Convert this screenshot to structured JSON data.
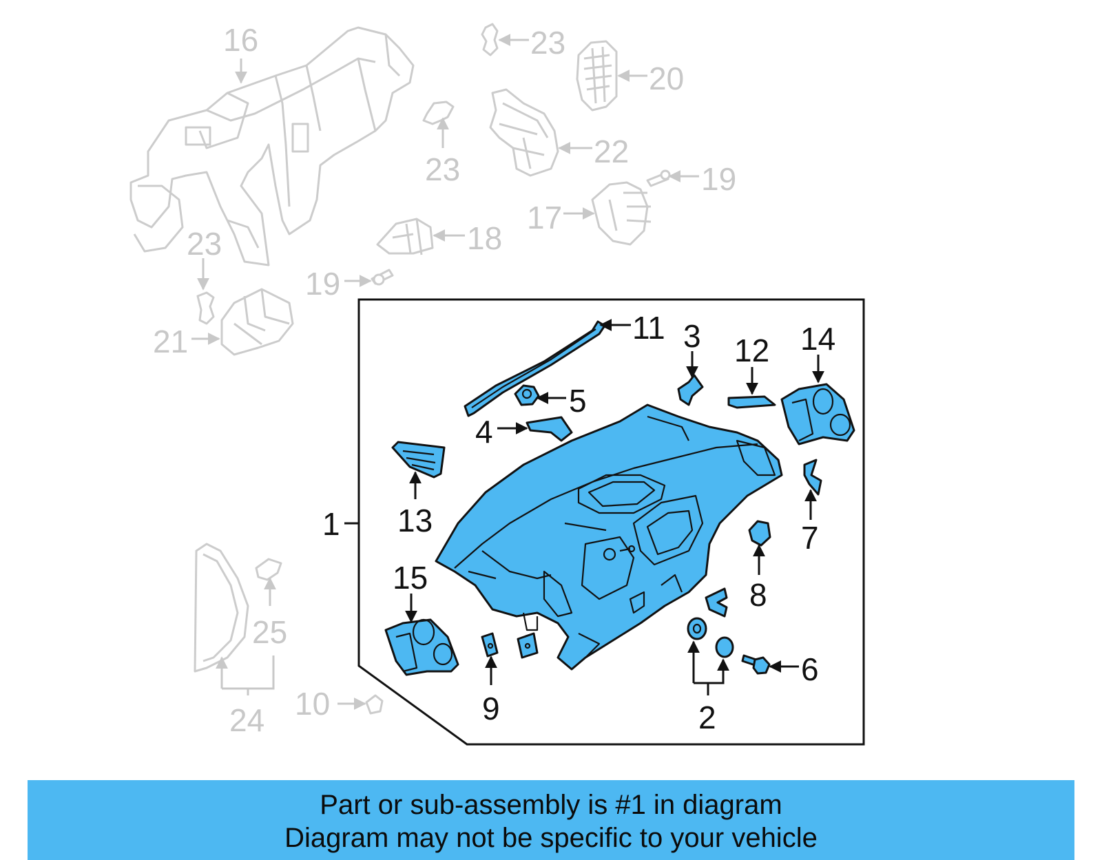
{
  "callouts": {
    "c1": "1",
    "c2": "2",
    "c3": "3",
    "c4": "4",
    "c5": "5",
    "c6": "6",
    "c7": "7",
    "c8": "8",
    "c9": "9",
    "c10": "10",
    "c11": "11",
    "c12": "12",
    "c13": "13",
    "c14": "14",
    "c15": "15",
    "c16": "16",
    "c17": "17",
    "c18": "18",
    "c19a": "19",
    "c19b": "19",
    "c20": "20",
    "c21": "21",
    "c22": "22",
    "c23a": "23",
    "c23b": "23",
    "c23c": "23",
    "c24": "24",
    "c25": "25"
  },
  "banner": {
    "line1": "Part or sub-assembly is #1 in diagram",
    "line2": "Diagram may not be specific to your vehicle"
  },
  "colors": {
    "highlight_blue": "#4db8f2",
    "muted_grey": "#cccccc",
    "outline_black": "#111111"
  }
}
